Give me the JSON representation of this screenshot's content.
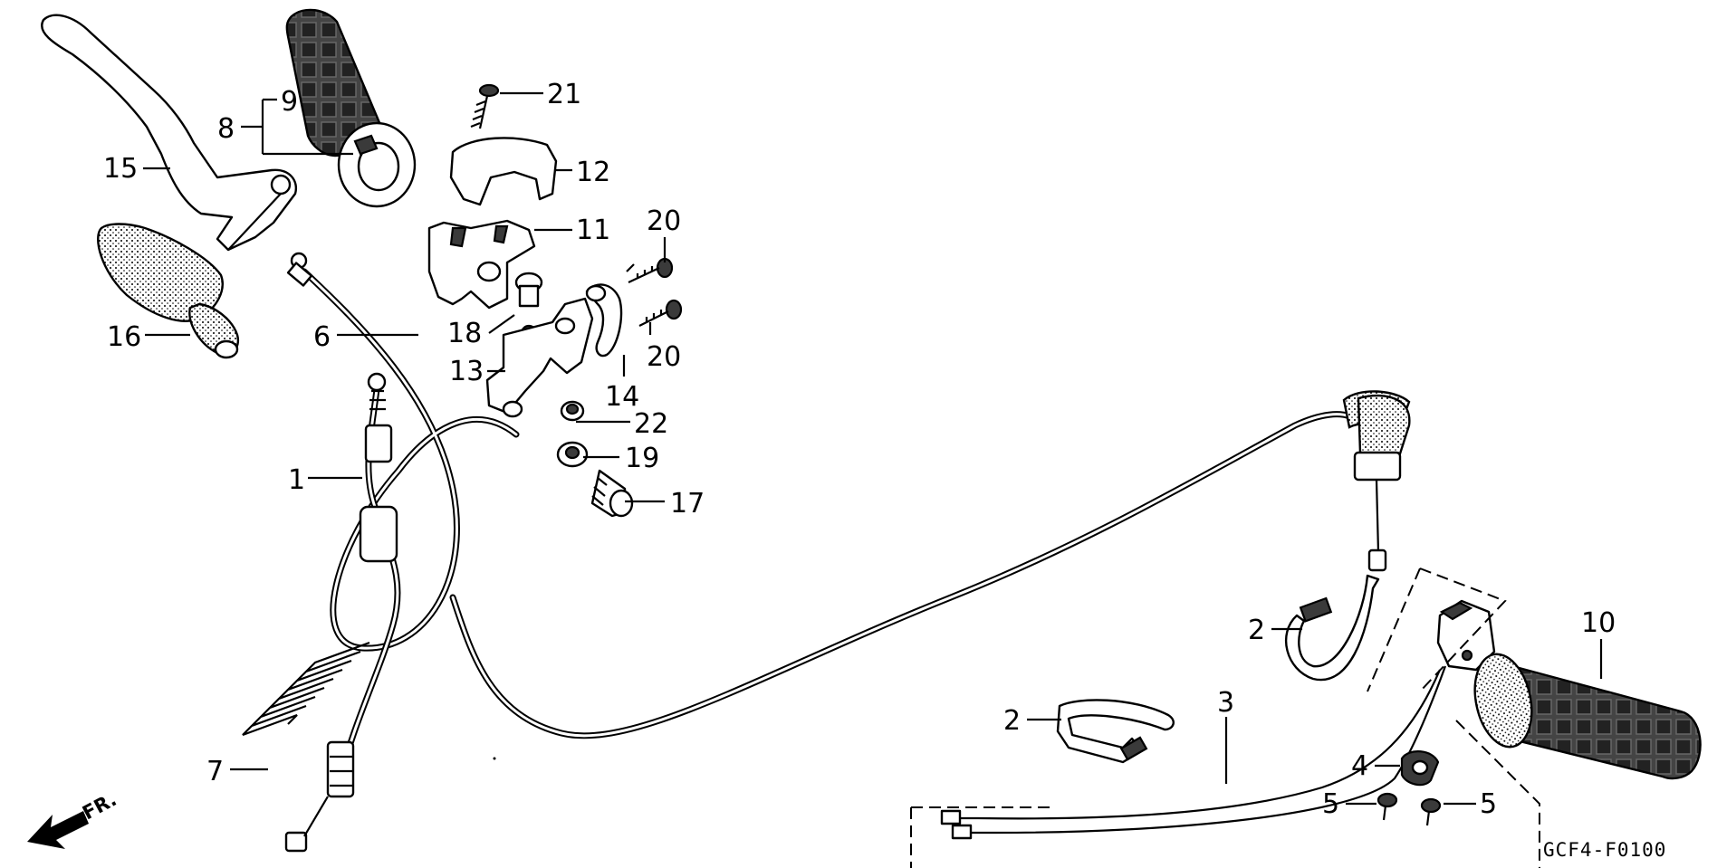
{
  "diagram_code": "GCF4-F0100",
  "direction_label": "FR.",
  "callouts": [
    {
      "id": "c1",
      "text": "1"
    },
    {
      "id": "c2a",
      "text": "2"
    },
    {
      "id": "c2b",
      "text": "2"
    },
    {
      "id": "c3",
      "text": "3"
    },
    {
      "id": "c4",
      "text": "4"
    },
    {
      "id": "c5a",
      "text": "5"
    },
    {
      "id": "c5b",
      "text": "5"
    },
    {
      "id": "c6",
      "text": "6"
    },
    {
      "id": "c7",
      "text": "7"
    },
    {
      "id": "c8",
      "text": "8"
    },
    {
      "id": "c9",
      "text": "9"
    },
    {
      "id": "c10",
      "text": "10"
    },
    {
      "id": "c11",
      "text": "11"
    },
    {
      "id": "c12",
      "text": "12"
    },
    {
      "id": "c13",
      "text": "13"
    },
    {
      "id": "c14",
      "text": "14"
    },
    {
      "id": "c15",
      "text": "15"
    },
    {
      "id": "c16",
      "text": "16"
    },
    {
      "id": "c17",
      "text": "17"
    },
    {
      "id": "c18",
      "text": "18"
    },
    {
      "id": "c19",
      "text": "19"
    },
    {
      "id": "c20a",
      "text": "20"
    },
    {
      "id": "c20b",
      "text": "20"
    },
    {
      "id": "c21",
      "text": "21"
    },
    {
      "id": "c22",
      "text": "22"
    }
  ]
}
